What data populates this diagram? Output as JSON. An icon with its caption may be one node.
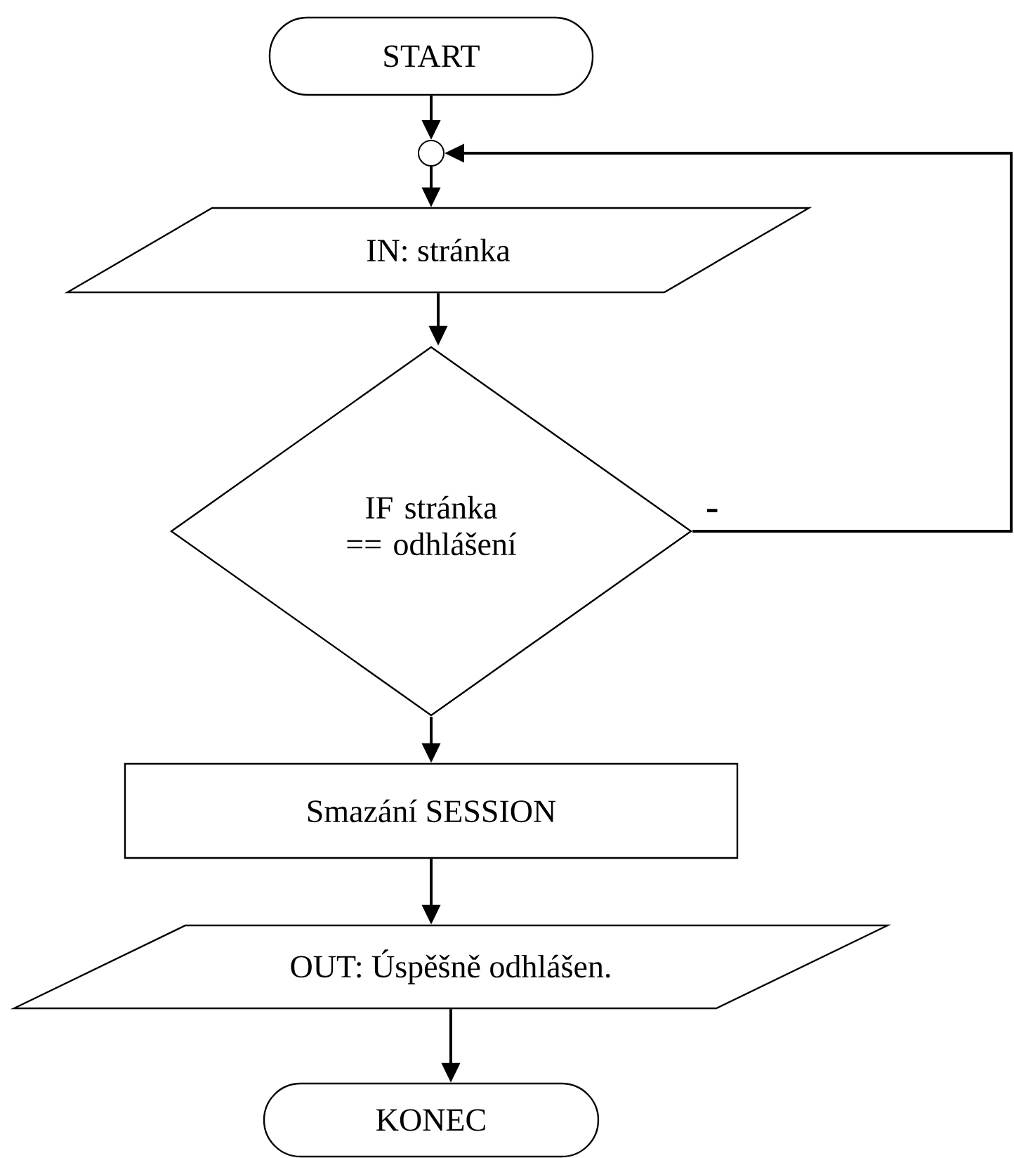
{
  "diagram": {
    "nodes": [
      {
        "text": [
          "START"
        ]
      },
      {
        "text": [],
        "shape": "circle"
      },
      {
        "text": [
          "IN: stránka"
        ]
      },
      {
        "text": [
          "IF stránka == odhlášení"
        ]
      },
      {
        "text": [
          "Smazání SESSION"
        ]
      },
      {
        "text": [
          "OUT: Úspěšně odhlášen."
        ]
      },
      {
        "text": [
          "KONEC"
        ]
      }
    ],
    "edges": [
      {
        "from": 0,
        "to": 1,
        "arrow": "to"
      },
      {
        "from": 1,
        "to": 2,
        "arrow": "to"
      },
      {
        "from": 2,
        "to": 3,
        "arrow": "to"
      },
      {
        "from": 3,
        "to": 4,
        "arrow": "to"
      },
      {
        "from": 3,
        "to": 1,
        "arrow": "to",
        "label": "-"
      },
      {
        "from": 4,
        "to": 5,
        "arrow": "to"
      },
      {
        "from": 5,
        "to": 6,
        "arrow": "to"
      }
    ]
  }
}
